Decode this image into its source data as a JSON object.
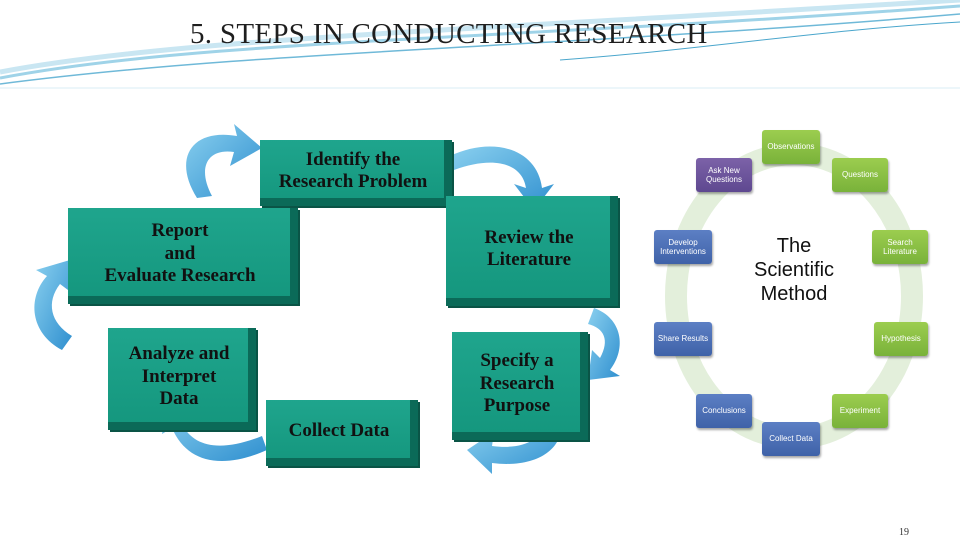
{
  "slide": {
    "title": "5. STEPS IN CONDUCTING RESEARCH",
    "page_number": "19"
  },
  "research_cycle": {
    "steps": [
      "Identify the\nResearch Problem",
      "Review the\nLiterature",
      "Specify a\nResearch\nPurpose",
      "Collect Data",
      "Analyze and\nInterpret\nData",
      "Report\nand\nEvaluate Research"
    ],
    "box_color": "#1a9c85",
    "arrow_color": "#3ba7dd"
  },
  "scientific_method": {
    "center_title": "The\nScientific\nMethod",
    "steps": [
      {
        "label": "Observations",
        "color": "green"
      },
      {
        "label": "Questions",
        "color": "green"
      },
      {
        "label": "Search\nLiterature",
        "color": "green"
      },
      {
        "label": "Hypothesis",
        "color": "green"
      },
      {
        "label": "Experiment",
        "color": "green"
      },
      {
        "label": "Collect Data",
        "color": "blue"
      },
      {
        "label": "Conclusions",
        "color": "blue"
      },
      {
        "label": "Share Results",
        "color": "blue"
      },
      {
        "label": "Develop\nInterventions",
        "color": "blue"
      },
      {
        "label": "Ask New\nQuestions",
        "color": "purple"
      }
    ],
    "ring_color": "#e3efdb"
  }
}
